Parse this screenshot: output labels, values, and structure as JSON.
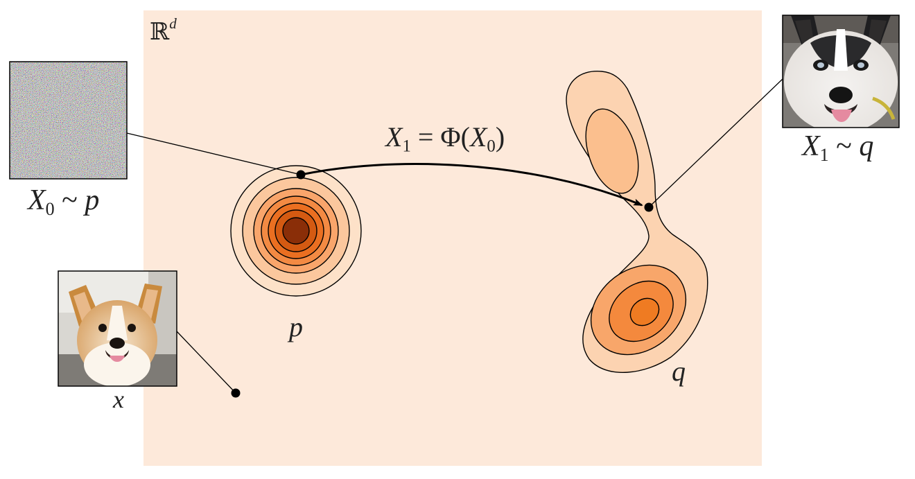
{
  "space": {
    "symbol": "ℝ",
    "exponent": "d"
  },
  "source": {
    "noise_label": {
      "var": "X",
      "sub": "0",
      "rel": "~",
      "dist": "p"
    },
    "dist_label": "p"
  },
  "target": {
    "dog_label": {
      "var": "X",
      "sub": "1",
      "rel": "~",
      "dist": "q"
    },
    "dist_label": "q"
  },
  "map": {
    "lhs_var": "X",
    "lhs_sub": "1",
    "eq": "=",
    "fn": "Φ",
    "open": "(",
    "arg_var": "X",
    "arg_sub": "0",
    "close": ")"
  },
  "point": {
    "label": "x"
  },
  "colors": {
    "space_bg": "#fde9da",
    "p_levels": [
      "#fde1c8",
      "#fbc79d",
      "#f9a56b",
      "#f38a43",
      "#ea6f21",
      "#d45a12",
      "#8a2e08"
    ],
    "q_levels": [
      "#fcd3b1",
      "#fbbf8e",
      "#f8a66a",
      "#f4893d",
      "#ef7b22"
    ],
    "line": "#000000"
  },
  "icons": {
    "noise": "random-noise-image",
    "husky": "husky-photo",
    "corgi": "corgi-photo"
  }
}
